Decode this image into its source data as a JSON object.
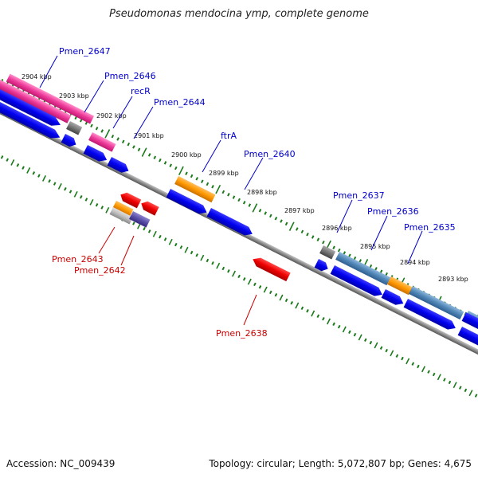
{
  "title": "Pseudomonas mendocina ymp, complete genome",
  "footer": {
    "accession": "Accession: NC_009439",
    "topology": "Topology: circular; Length: 5,072,807 bp; Genes: 4,675"
  },
  "colors": {
    "blue_label": "#0000cc",
    "red_label": "#cc0000",
    "ticks": "#1a7a1a",
    "backbone": "#888888",
    "cds_blue": "#0000ee",
    "cds_red": "#ee0000",
    "pink": "#ee3a9a",
    "orange": "#ff9900",
    "steel": "#4f86b6",
    "grey": "#777777"
  },
  "kbp_labels": [
    "2904 kbp",
    "2903 kbp",
    "2902 kbp",
    "2901 kbp",
    "2900 kbp",
    "2899 kbp",
    "2898 kbp",
    "2897 kbp",
    "2896 kbp",
    "2895 kbp",
    "2894 kbp",
    "2893 kbp"
  ],
  "gene_labels_top": [
    "Pmen_2647",
    "Pmen_2646",
    "recR",
    "Pmen_2644",
    "ftrA",
    "Pmen_2640",
    "Pmen_2637",
    "Pmen_2636",
    "Pmen_2635"
  ],
  "gene_labels_bottom": [
    "Pmen_2643",
    "Pmen_2642",
    "Pmen_2638"
  ]
}
